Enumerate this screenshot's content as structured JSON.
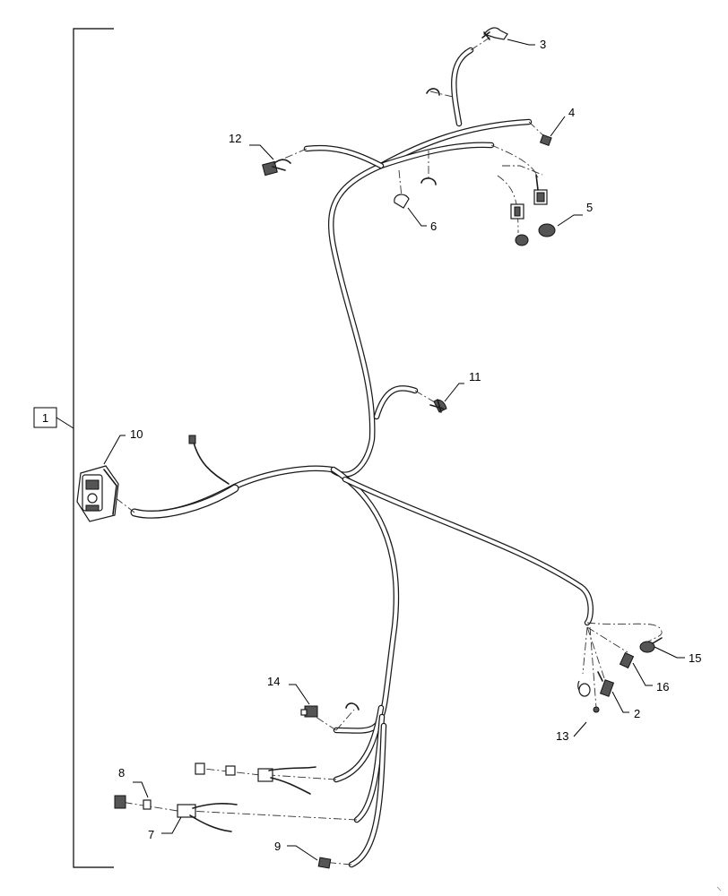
{
  "diagram": {
    "assembly_label": "1",
    "callouts": [
      {
        "id": "c3",
        "text": "3"
      },
      {
        "id": "c4",
        "text": "4"
      },
      {
        "id": "c5",
        "text": "5"
      },
      {
        "id": "c6",
        "text": "6"
      },
      {
        "id": "c12",
        "text": "12"
      },
      {
        "id": "c11",
        "text": "11"
      },
      {
        "id": "c10",
        "text": "10"
      },
      {
        "id": "c14",
        "text": "14"
      },
      {
        "id": "c15",
        "text": "15"
      },
      {
        "id": "c16",
        "text": "16"
      },
      {
        "id": "c2",
        "text": "2"
      },
      {
        "id": "c13",
        "text": "13"
      },
      {
        "id": "c8",
        "text": "8"
      },
      {
        "id": "c7",
        "text": "7"
      },
      {
        "id": "c9",
        "text": "9"
      }
    ]
  }
}
